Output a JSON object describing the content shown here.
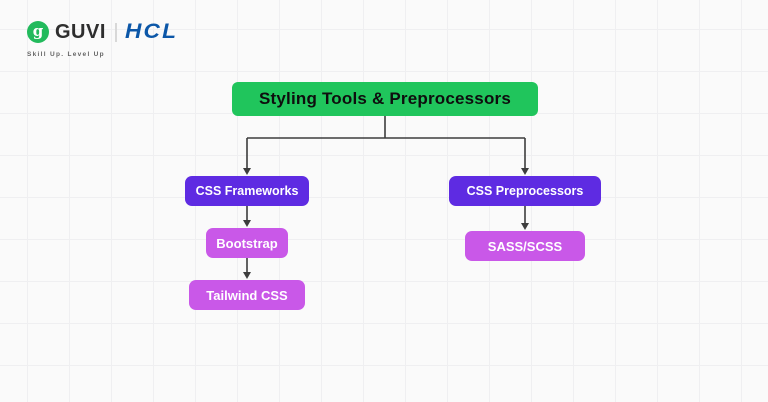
{
  "logo": {
    "icon_letter": "g",
    "brand": "GUVI",
    "partner": "HCL",
    "tagline": "Skill Up. Level Up"
  },
  "colors": {
    "background": "#fafafa",
    "grid_line": "#efeff1",
    "title_bg": "#20c55c",
    "title_text": "#0e0e0e",
    "branch_bg": "#5e2be2",
    "leaf_bg": "#c958e8",
    "node_text": "#ffffff",
    "connector": "#3d3d3d",
    "guvi_green": "#22ba5c",
    "hcl_blue": "#0c57a8",
    "brand_text": "#2e2e2e",
    "tagline_text": "#646464"
  },
  "diagram": {
    "title": "Styling Tools & Preprocessors",
    "nodes": {
      "css_frameworks": "CSS Frameworks",
      "css_preprocessors": "CSS Preprocessors",
      "bootstrap": "Bootstrap",
      "tailwind": "Tailwind CSS",
      "sass": "SASS/SCSS"
    }
  }
}
